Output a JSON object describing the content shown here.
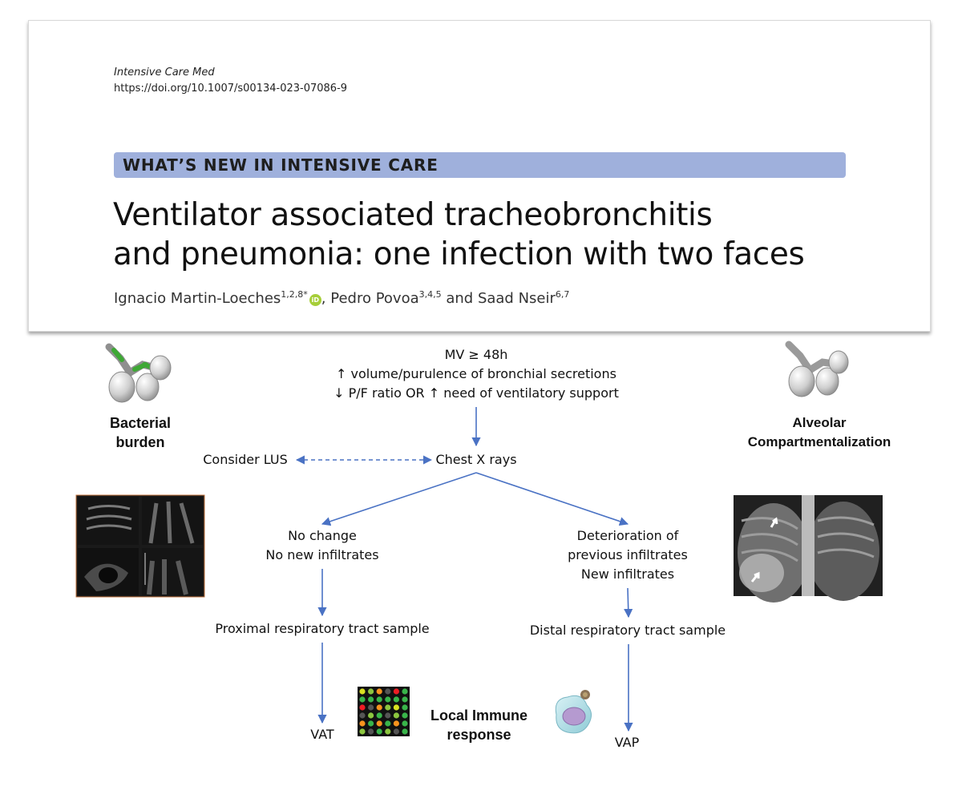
{
  "article": {
    "journal": "Intensive Care Med",
    "doi": "https://doi.org/10.1007/s00134-023-07086-9",
    "banner": "WHAT’S NEW IN INTENSIVE CARE",
    "title_line1": "Ventilator associated tracheobronchitis",
    "title_line2": "and pneumonia: one infection with two faces",
    "authors": [
      {
        "name": "Ignacio Martin-Loeches",
        "sup": "1,2,8*"
      },
      {
        "name": "Pedro Povoa",
        "sup": "3,4,5"
      },
      {
        "name": "Saad Nseir",
        "sup": "6,7"
      }
    ],
    "author_sep": ", ",
    "author_and": " and ",
    "orcid_label": "iD"
  },
  "diagram": {
    "criteria": [
      "MV ≥ 48h",
      "↑ volume/purulence of bronchial secretions",
      "↓ P/F ratio OR ↑ need of ventilatory support"
    ],
    "chest_xray": "Chest X rays",
    "consider_lus": "Consider LUS",
    "left_branch": [
      "No change",
      "No new infiltrates"
    ],
    "right_branch": [
      "Deterioration of",
      "previous infiltrates",
      "New infiltrates"
    ],
    "proximal_sample": "Proximal respiratory tract sample",
    "distal_sample": "Distal respiratory tract sample",
    "vat": "VAT",
    "vap": "VAP",
    "bacterial_burden": [
      "Bacterial",
      "burden"
    ],
    "alveolar": [
      "Alveolar",
      "Compartmentalization"
    ],
    "local_immune": [
      "Local Immune",
      "response"
    ]
  },
  "colors": {
    "arrow": "#4a72c4",
    "banner": "#9fb0dc",
    "bronchi_highlight": "#3ea835",
    "orcid": "#a6ce39"
  },
  "icons": [
    "lung-green-icon",
    "lung-gray-icon",
    "ultrasound-images",
    "xray-image",
    "microarray-icon",
    "immune-cell-icon"
  ]
}
